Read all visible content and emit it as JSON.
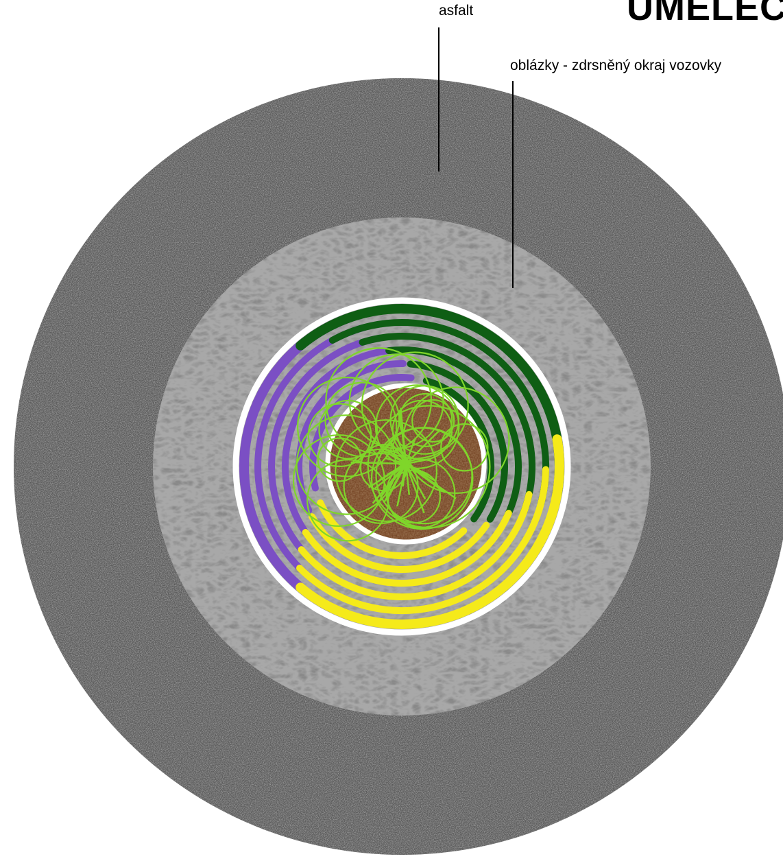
{
  "title": "UMĚLEC",
  "labels": {
    "asphalt": "asfalt",
    "pebbles": "oblázky - zdrsněný okraj vozovky"
  },
  "colors": {
    "asphalt": "#5a5a5a",
    "pebbles": "#a8a8a8",
    "white_ring": "#ffffff",
    "soil": "#7a4a2a",
    "purple": "#7b4fc4",
    "dark_green": "#0f5e14",
    "yellow": "#f5ea1a",
    "light_green": "#7fd62a"
  }
}
